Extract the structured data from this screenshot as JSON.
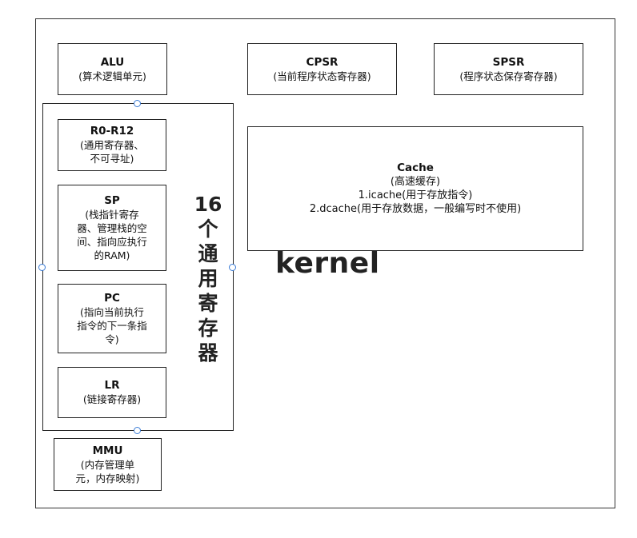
{
  "outer_label": "kernel",
  "alu": {
    "title": "ALU",
    "subtitle": "(算术逻辑单元)"
  },
  "cpsr": {
    "title": "CPSR",
    "subtitle": "(当前程序状态寄存器)"
  },
  "spsr": {
    "title": "SPSR",
    "subtitle": "(程序状态保存寄存器)"
  },
  "cache": {
    "title": "Cache",
    "lines": [
      "(高速缓存)",
      "1.icache(用于存放指令)",
      "2.dcache(用于存放数据，一般编写时不使用)"
    ]
  },
  "registers": {
    "label_chars": [
      "16",
      "个",
      "通",
      "用",
      "寄",
      "存",
      "器"
    ],
    "r0r12": {
      "title": "R0-R12",
      "lines": [
        "(通用寄存器、",
        "不可寻址)"
      ]
    },
    "sp": {
      "title": "SP",
      "lines": [
        "(栈指针寄存",
        "器、管理栈的空",
        "间、指向应执行",
        "的RAM)"
      ]
    },
    "pc": {
      "title": "PC",
      "lines": [
        "(指向当前执行",
        "指令的下一条指",
        "令)"
      ]
    },
    "lr": {
      "title": "LR",
      "lines": [
        "(链接寄存器)"
      ]
    }
  },
  "mmu": {
    "title": "MMU",
    "lines": [
      "(内存管理单",
      "元，内存映射)"
    ]
  }
}
